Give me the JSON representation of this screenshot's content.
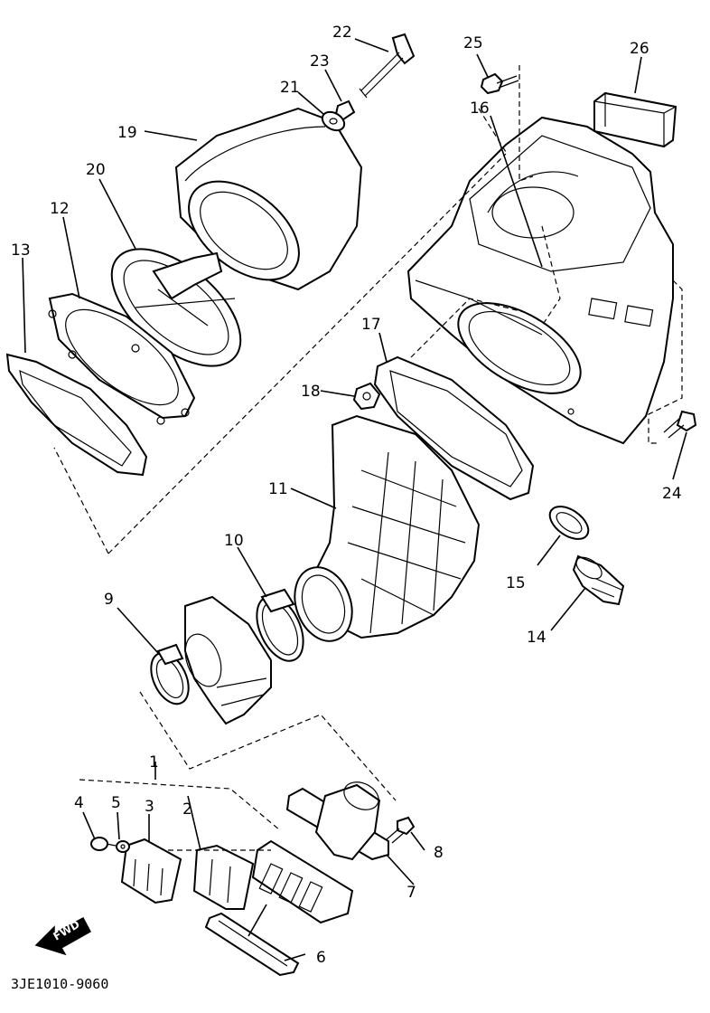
{
  "diagram": {
    "code": "3JE1010-9060",
    "forward_label": "FWD",
    "callouts": [
      "1",
      "2",
      "3",
      "4",
      "5",
      "6",
      "7",
      "8",
      "9",
      "10",
      "11",
      "12",
      "13",
      "14",
      "15",
      "16",
      "17",
      "18",
      "19",
      "20",
      "21",
      "22",
      "23",
      "24",
      "25",
      "26"
    ]
  }
}
